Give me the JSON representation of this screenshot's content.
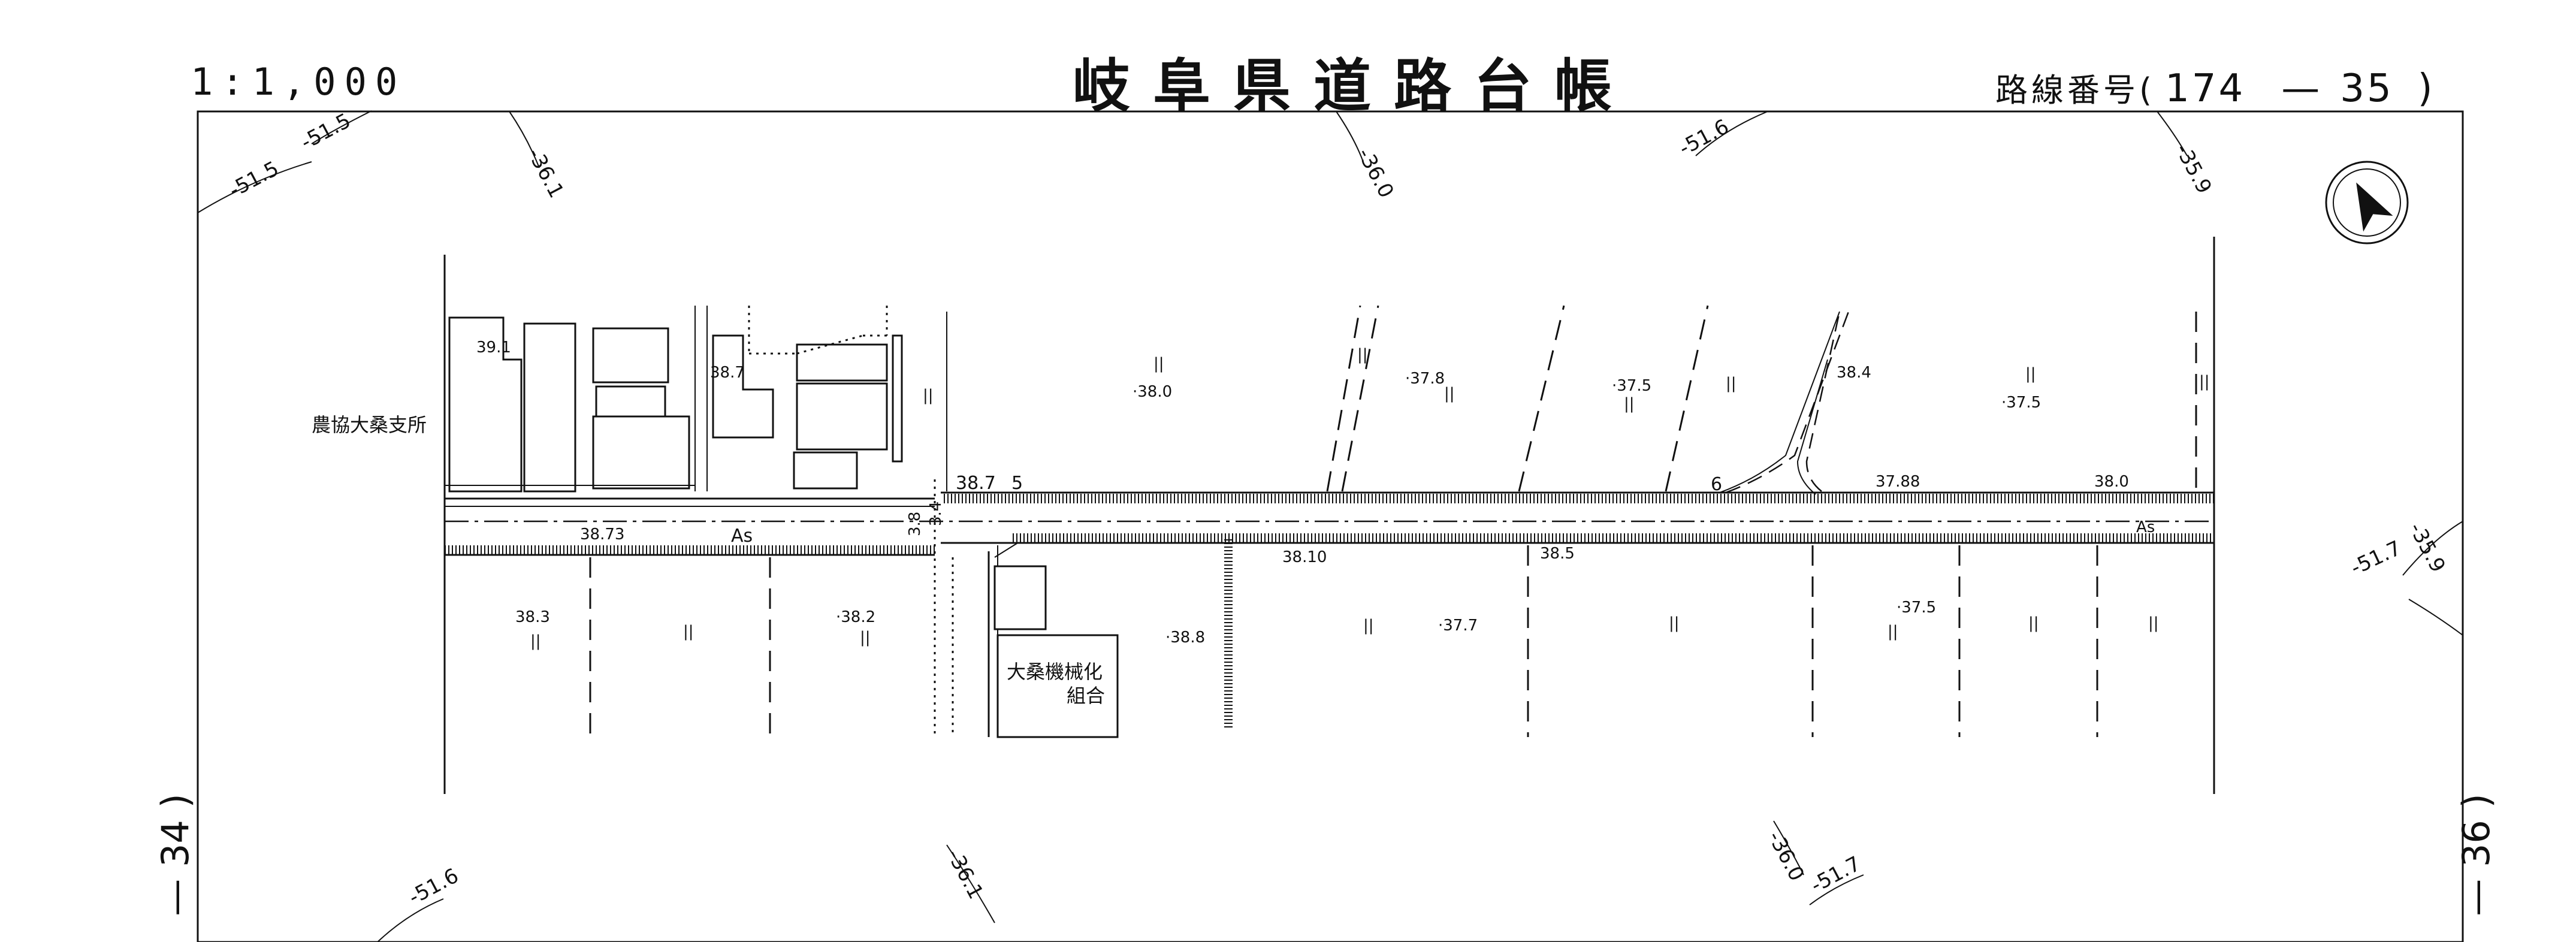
{
  "header": {
    "scale": "1:1,000",
    "title": "岐阜県道路台帳",
    "route_label": "路線番号(",
    "route_a": "174",
    "route_dash": "—",
    "route_b": "35",
    "route_close": ")"
  },
  "sheets": {
    "left": "— 34 )",
    "right": "— 36 )"
  },
  "contours": {
    "c1": "-51.5",
    "c2": "-51.5",
    "c3": "-36.1",
    "c4": "-36.0",
    "c5": "-51.6",
    "c6": "-35.9",
    "c7": "-51.7",
    "c8": "-35.9",
    "c9": "-51.6",
    "c10": "-36.1",
    "c11": "-36.0",
    "c12": "-51.7"
  },
  "buildings": {
    "nokyo": "農協大桑支所",
    "kumiai_1": "大桑機械化",
    "kumiai_2": "組合"
  },
  "elevations": {
    "e1": "39.1",
    "e2": "38.7",
    "e3": "·38.0",
    "e4": "·37.8",
    "e5": "·37.5",
    "e6": "38.4",
    "e7": "·37.5",
    "e8": "38.7",
    "e9": "5",
    "e10": "6",
    "e11": "37.88",
    "e12": "38.0",
    "e13": "38.73",
    "e14": "As",
    "e15": "As",
    "e16": "3.8",
    "e17": "3.4",
    "e18": "38.10",
    "e19": "38.5",
    "e20": "38.3",
    "e21": "·38.2",
    "e22": "·38.8",
    "e23": "·37.7",
    "e24": "·37.5",
    "e25": "||"
  },
  "icons": {
    "north": "north-arrow-icon"
  }
}
